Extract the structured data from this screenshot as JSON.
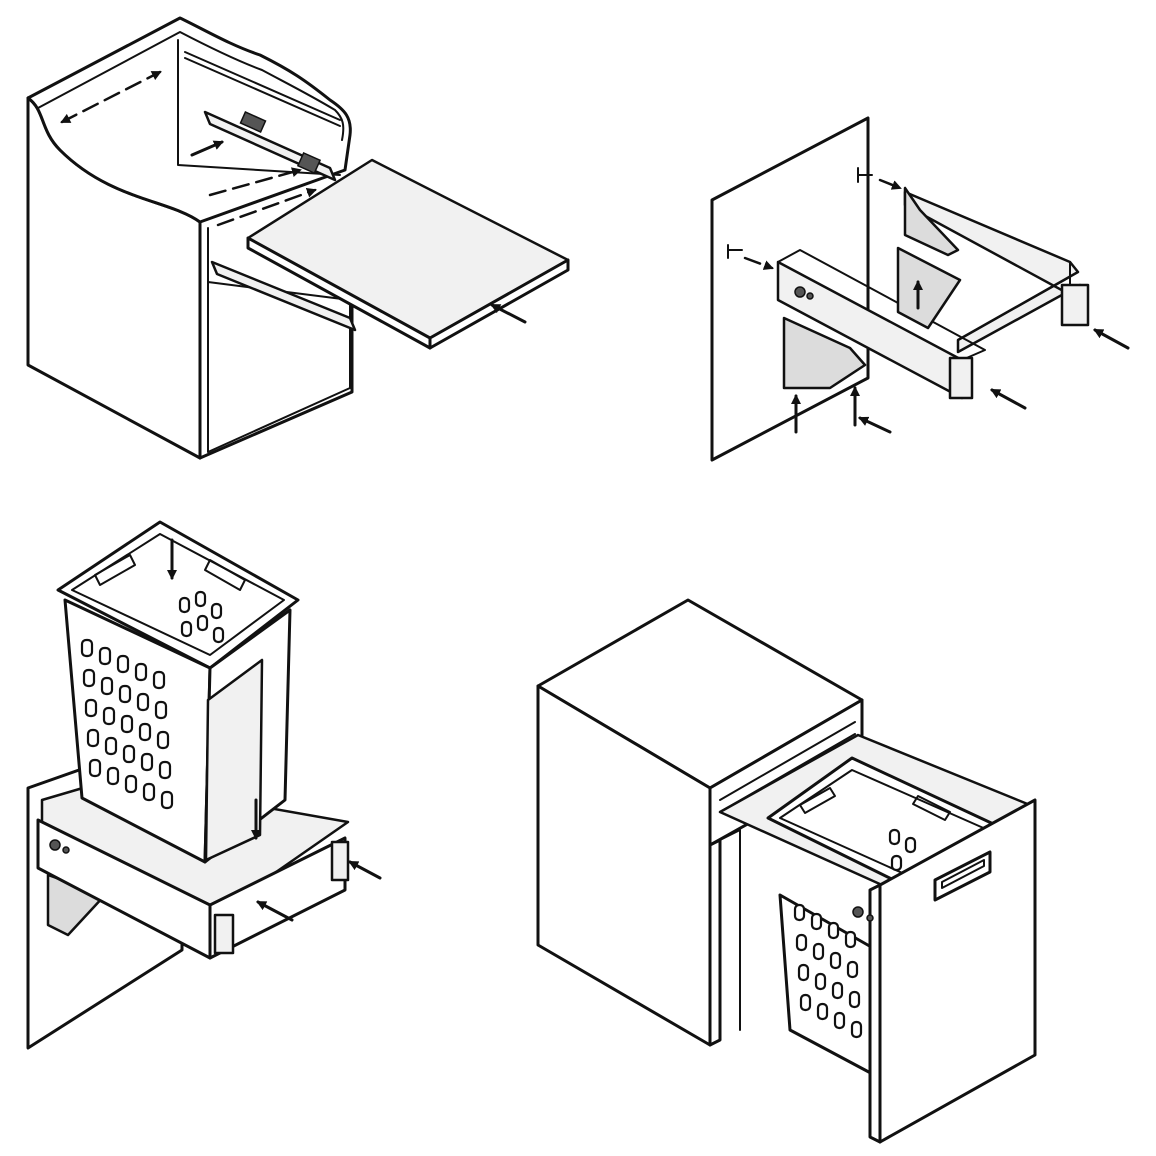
{
  "diagram": {
    "steps": [
      {
        "id": "step-1",
        "depicts": "slide-rail-and-shelf-install"
      },
      {
        "id": "step-2",
        "depicts": "side-panel-rail-bracket-install"
      },
      {
        "id": "step-3",
        "depicts": "hamper-basket-placement"
      },
      {
        "id": "step-4",
        "depicts": "assembled-pull-out-hamper"
      }
    ]
  },
  "colors": {
    "line": "#111111",
    "panel_fill": "#ffffff",
    "shade_light": "#f1f1f1",
    "shade_mid": "#dcdcdc",
    "shade_dark": "#555555"
  }
}
